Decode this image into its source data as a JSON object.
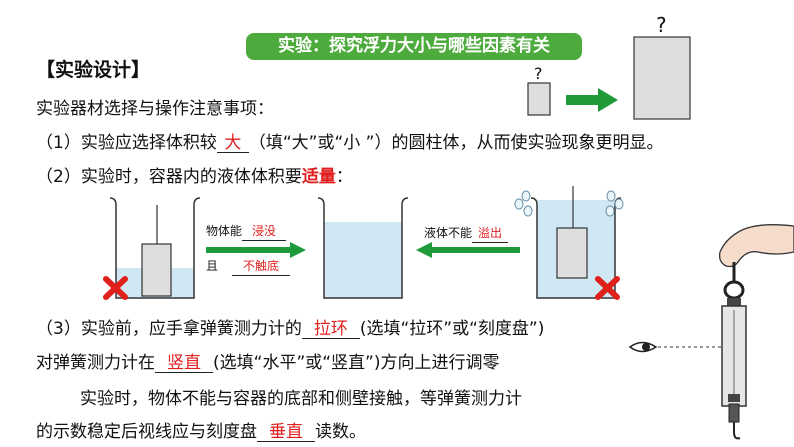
{
  "banner": {
    "title": "实验：探究浮力大小与哪些因素有关"
  },
  "heading": "【实验设计】",
  "intro": "实验器材选择与操作注意事项：",
  "q1": {
    "pre": "（1）实验应选择体积较",
    "answer": "大",
    "post": "（填“大”或“小 ”）的圆柱体，从而使实验现象更明显。"
  },
  "q2": {
    "pre": "（2）实验时，容器内的液体体积要",
    "answer": "适量",
    "post": "："
  },
  "fig": {
    "label_a": "物体能",
    "answer_a": "浸没",
    "label_b": "且",
    "answer_b": "不触底",
    "label_c": "液体不能",
    "answer_c": "溢出",
    "q_small": "?",
    "q_large": "?"
  },
  "q3": {
    "pre": "（3）实验前，应手拿弹簧测力计的",
    "answer": "拉环",
    "post": "(选填“拉环”或“刻度盘”)",
    "l2_pre": "对弹簧测力计在",
    "l2_answer": "竖直",
    "l2_post": "(选填“水平”或“竖直”)方向上进行调零"
  },
  "note": {
    "l1": "实验时，物体不能与容器的底部和侧壁接触，等弹簧测力计",
    "l2_pre": "的示数稳定后视线应与刻度盘",
    "l2_answer": "垂直",
    "l2_post": "读数。"
  },
  "colors": {
    "green": "#4daa3c",
    "red": "#e02020",
    "water": "#cfe8f4",
    "block": "#dedede"
  }
}
